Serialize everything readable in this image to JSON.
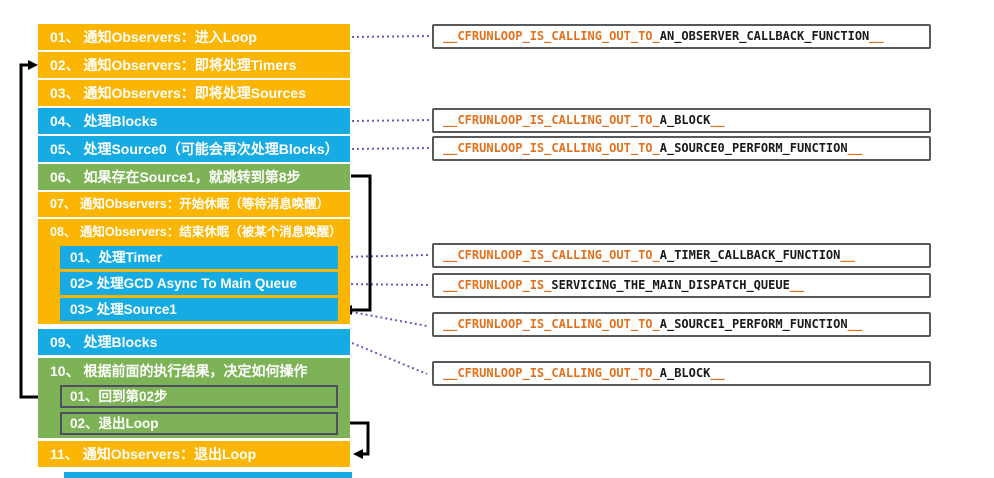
{
  "diagram": {
    "title": "CFRunLoop flow",
    "steps": {
      "s01": "01、 通知Observers：进入Loop",
      "s02": "02、 通知Observers：即将处理Timers",
      "s03": "03、 通知Observers：即将处理Sources",
      "s04": "04、 处理Blocks",
      "s05": "05、 处理Source0（可能会再次处理Blocks）",
      "s06": "06、 如果存在Source1，就跳转到第8步",
      "s07": "07、 通知Observers：开始休眠（等待消息唤醒）",
      "s08": "08、 通知Observers：结束休眠（被某个消息唤醒）",
      "s08_sub1": "01、处理Timer",
      "s08_sub2": "02> 处理GCD Async To Main Queue",
      "s08_sub3": "03> 处理Source1",
      "s09": "09、 处理Blocks",
      "s10": "10、 根据前面的执行结果，决定如何操作",
      "s10_sub1": "01、回到第02步",
      "s10_sub2": "02、退出Loop",
      "s11": "11、 通知Observers：退出Loop"
    },
    "callouts": {
      "c1": {
        "prefix": "__CFRUNLOOP_IS_CALLING_OUT_TO_",
        "name": "AN_OBSERVER_CALLBACK_FUNCTION",
        "suffix": "__"
      },
      "c2": {
        "prefix": "__CFRUNLOOP_IS_CALLING_OUT_TO_",
        "name": "A_BLOCK",
        "suffix": "__"
      },
      "c3": {
        "prefix": "__CFRUNLOOP_IS_CALLING_OUT_TO_",
        "name": "A_SOURCE0_PERFORM_FUNCTION",
        "suffix": "__"
      },
      "c4": {
        "prefix": "__CFRUNLOOP_IS_CALLING_OUT_TO_",
        "name": "A_TIMER_CALLBACK_FUNCTION",
        "suffix": "__"
      },
      "c5": {
        "prefix": "__CFRUNLOOP_IS_",
        "name": "SERVICING_THE_MAIN_DISPATCH_QUEUE",
        "suffix": "__"
      },
      "c6": {
        "prefix": "__CFRUNLOOP_IS_CALLING_OUT_TO_",
        "name": "A_SOURCE1_PERFORM_FUNCTION",
        "suffix": "__"
      },
      "c7": {
        "prefix": "__CFRUNLOOP_IS_CALLING_OUT_TO_",
        "name": "A_BLOCK",
        "suffix": "__"
      }
    },
    "colors": {
      "step_yellow": "#FBB604",
      "step_blue": "#16ACE3",
      "step_green": "#7DB356",
      "callout_prefix_orange": "#E2711D",
      "callout_name_black": "#1A1A1A",
      "callout_border_gray": "#58595B",
      "dotted_connector_purple": "#6B5BB5",
      "solid_connector_black": "#000000"
    }
  }
}
